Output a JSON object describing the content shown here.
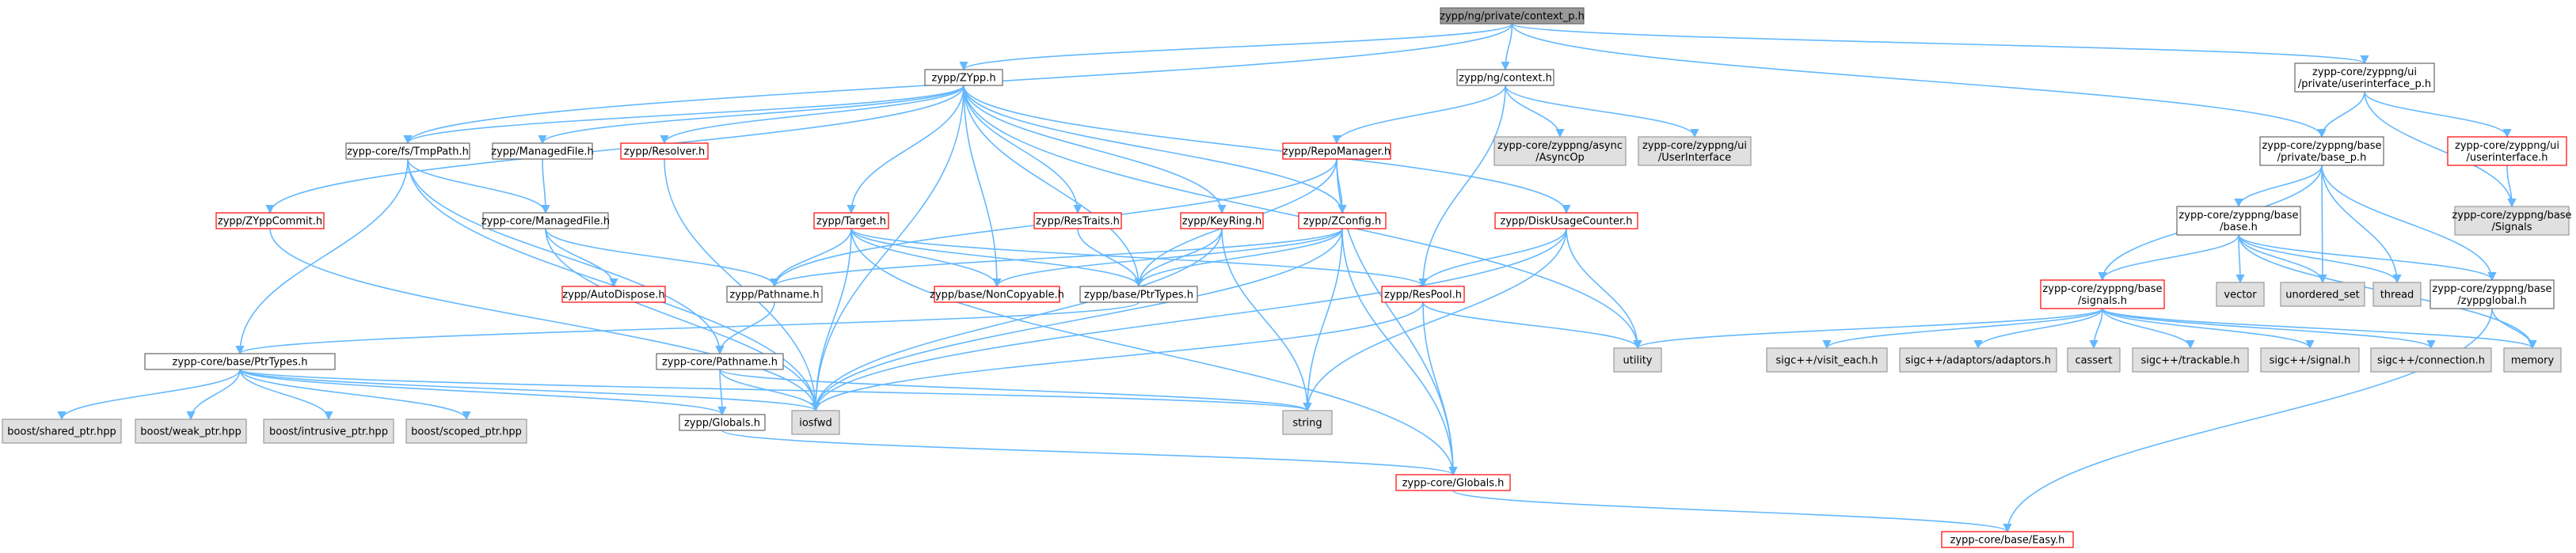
{
  "palette": {
    "edge": "#63b8ff",
    "node_fill": "#ffffff",
    "node_border": "#666666",
    "root_fill": "#999999",
    "system_fill": "#e0e0e0",
    "system_border": "#999999",
    "truncated_border": "#ff0000",
    "text": "#000000"
  },
  "nodes": [
    {
      "id": "root",
      "lines": [
        "zypp/ng/private/context_p.h"
      ],
      "style": "root"
    },
    {
      "id": "zypp_h",
      "lines": [
        "zypp/ZYpp.h"
      ],
      "style": "normal"
    },
    {
      "id": "ngcontext",
      "lines": [
        "zypp/ng/context.h"
      ],
      "style": "normal"
    },
    {
      "id": "ui_priv",
      "lines": [
        "zypp-core/zyppng/ui",
        "/private/userinterface_p.h"
      ],
      "style": "normal"
    },
    {
      "id": "tmppath",
      "lines": [
        "zypp-core/fs/TmpPath.h"
      ],
      "style": "normal"
    },
    {
      "id": "managedfile_zypp",
      "lines": [
        "zypp/ManagedFile.h"
      ],
      "style": "normal"
    },
    {
      "id": "resolver",
      "lines": [
        "zypp/Resolver.h"
      ],
      "style": "truncated"
    },
    {
      "id": "repomanager",
      "lines": [
        "zypp/RepoManager.h"
      ],
      "style": "truncated"
    },
    {
      "id": "asyncop",
      "lines": [
        "zypp-core/zyppng/async",
        "/AsyncOp"
      ],
      "style": "system"
    },
    {
      "id": "ui_iface",
      "lines": [
        "zypp-core/zyppng/ui",
        "/UserInterface"
      ],
      "style": "system"
    },
    {
      "id": "base_p",
      "lines": [
        "zypp-core/zyppng/base",
        "/private/base_p.h"
      ],
      "style": "normal"
    },
    {
      "id": "userinterface_h",
      "lines": [
        "zypp-core/zyppng/ui",
        "/userinterface.h"
      ],
      "style": "truncated"
    },
    {
      "id": "zyppcommit",
      "lines": [
        "zypp/ZYppCommit.h"
      ],
      "style": "truncated"
    },
    {
      "id": "managedfile_core",
      "lines": [
        "zypp-core/ManagedFile.h"
      ],
      "style": "normal"
    },
    {
      "id": "target",
      "lines": [
        "zypp/Target.h"
      ],
      "style": "truncated"
    },
    {
      "id": "restraits",
      "lines": [
        "zypp/ResTraits.h"
      ],
      "style": "truncated"
    },
    {
      "id": "keyring",
      "lines": [
        "zypp/KeyRing.h"
      ],
      "style": "truncated"
    },
    {
      "id": "zconfig",
      "lines": [
        "zypp/ZConfig.h"
      ],
      "style": "truncated"
    },
    {
      "id": "diskusage",
      "lines": [
        "zypp/DiskUsageCounter.h"
      ],
      "style": "truncated"
    },
    {
      "id": "base_h",
      "lines": [
        "zypp-core/zyppng/base",
        "/base.h"
      ],
      "style": "normal"
    },
    {
      "id": "signals_sys",
      "lines": [
        "zypp-core/zyppng/base",
        "/Signals"
      ],
      "style": "system"
    },
    {
      "id": "autodispose",
      "lines": [
        "zypp/AutoDispose.h"
      ],
      "style": "truncated"
    },
    {
      "id": "pathname_zypp",
      "lines": [
        "zypp/Pathname.h"
      ],
      "style": "normal"
    },
    {
      "id": "noncopyable",
      "lines": [
        "zypp/base/NonCopyable.h"
      ],
      "style": "truncated"
    },
    {
      "id": "ptrtypes_zypp",
      "lines": [
        "zypp/base/PtrTypes.h"
      ],
      "style": "normal"
    },
    {
      "id": "respool",
      "lines": [
        "zypp/ResPool.h"
      ],
      "style": "truncated"
    },
    {
      "id": "signals_h",
      "lines": [
        "zypp-core/zyppng/base",
        "/signals.h"
      ],
      "style": "truncated"
    },
    {
      "id": "vector",
      "lines": [
        "vector"
      ],
      "style": "system"
    },
    {
      "id": "unordered_set",
      "lines": [
        "unordered_set"
      ],
      "style": "system"
    },
    {
      "id": "thread",
      "lines": [
        "thread"
      ],
      "style": "system"
    },
    {
      "id": "zyppglobal",
      "lines": [
        "zypp-core/zyppng/base",
        "/zyppglobal.h"
      ],
      "style": "normal"
    },
    {
      "id": "ptrtypes_core",
      "lines": [
        "zypp-core/base/PtrTypes.h"
      ],
      "style": "normal"
    },
    {
      "id": "pathname_core",
      "lines": [
        "zypp-core/Pathname.h"
      ],
      "style": "normal"
    },
    {
      "id": "utility",
      "lines": [
        "utility"
      ],
      "style": "system"
    },
    {
      "id": "visit_each",
      "lines": [
        "sigc++/visit_each.h"
      ],
      "style": "system"
    },
    {
      "id": "adaptors",
      "lines": [
        "sigc++/adaptors/adaptors.h"
      ],
      "style": "system"
    },
    {
      "id": "cassert",
      "lines": [
        "cassert"
      ],
      "style": "system"
    },
    {
      "id": "trackable",
      "lines": [
        "sigc++/trackable.h"
      ],
      "style": "system"
    },
    {
      "id": "sigcsignal",
      "lines": [
        "sigc++/signal.h"
      ],
      "style": "system"
    },
    {
      "id": "connection",
      "lines": [
        "sigc++/connection.h"
      ],
      "style": "system"
    },
    {
      "id": "memory",
      "lines": [
        "memory"
      ],
      "style": "system"
    },
    {
      "id": "shared_ptr",
      "lines": [
        "boost/shared_ptr.hpp"
      ],
      "style": "system"
    },
    {
      "id": "weak_ptr",
      "lines": [
        "boost/weak_ptr.hpp"
      ],
      "style": "system"
    },
    {
      "id": "intrusive_ptr",
      "lines": [
        "boost/intrusive_ptr.hpp"
      ],
      "style": "system"
    },
    {
      "id": "scoped_ptr",
      "lines": [
        "boost/scoped_ptr.hpp"
      ],
      "style": "system"
    },
    {
      "id": "globals_zypp",
      "lines": [
        "zypp/Globals.h"
      ],
      "style": "normal"
    },
    {
      "id": "iosfwd",
      "lines": [
        "iosfwd"
      ],
      "style": "system"
    },
    {
      "id": "string",
      "lines": [
        "string"
      ],
      "style": "system"
    },
    {
      "id": "globals_core",
      "lines": [
        "zypp-core/Globals.h"
      ],
      "style": "truncated"
    },
    {
      "id": "easy",
      "lines": [
        "zypp-core/base/Easy.h"
      ],
      "style": "truncated"
    }
  ],
  "edges": [
    [
      "root",
      "zypp_h"
    ],
    [
      "root",
      "ngcontext"
    ],
    [
      "root",
      "ui_priv"
    ],
    [
      "root",
      "tmppath"
    ],
    [
      "root",
      "base_p"
    ],
    [
      "zypp_h",
      "tmppath"
    ],
    [
      "zypp_h",
      "managedfile_zypp"
    ],
    [
      "zypp_h",
      "resolver"
    ],
    [
      "zypp_h",
      "zyppcommit"
    ],
    [
      "zypp_h",
      "target"
    ],
    [
      "zypp_h",
      "restraits"
    ],
    [
      "zypp_h",
      "keyring"
    ],
    [
      "zypp_h",
      "zconfig"
    ],
    [
      "zypp_h",
      "diskusage"
    ],
    [
      "zypp_h",
      "noncopyable"
    ],
    [
      "zypp_h",
      "ptrtypes_zypp"
    ],
    [
      "zypp_h",
      "iosfwd"
    ],
    [
      "zypp_h",
      "utility"
    ],
    [
      "ngcontext",
      "repomanager"
    ],
    [
      "ngcontext",
      "asyncop"
    ],
    [
      "ngcontext",
      "ui_iface"
    ],
    [
      "ngcontext",
      "respool"
    ],
    [
      "ui_priv",
      "userinterface_h"
    ],
    [
      "ui_priv",
      "signals_sys"
    ],
    [
      "ui_priv",
      "base_p"
    ],
    [
      "userinterface_h",
      "signals_sys"
    ],
    [
      "tmppath",
      "managedfile_core"
    ],
    [
      "tmppath",
      "ptrtypes_core"
    ],
    [
      "tmppath",
      "pathname_core"
    ],
    [
      "tmppath",
      "iosfwd"
    ],
    [
      "managedfile_zypp",
      "managedfile_core"
    ],
    [
      "resolver",
      "iosfwd"
    ],
    [
      "repomanager",
      "zconfig"
    ],
    [
      "repomanager",
      "ptrtypes_zypp"
    ],
    [
      "repomanager",
      "pathname_zypp"
    ],
    [
      "repomanager",
      "globals_core"
    ],
    [
      "base_p",
      "base_h"
    ],
    [
      "base_p",
      "signals_h"
    ],
    [
      "base_p",
      "unordered_set"
    ],
    [
      "base_p",
      "thread"
    ],
    [
      "base_p",
      "zyppglobal"
    ],
    [
      "base_h",
      "signals_h"
    ],
    [
      "base_h",
      "vector"
    ],
    [
      "base_h",
      "unordered_set"
    ],
    [
      "base_h",
      "thread"
    ],
    [
      "base_h",
      "zyppglobal"
    ],
    [
      "base_h",
      "memory"
    ],
    [
      "zyppglobal",
      "memory"
    ],
    [
      "zyppglobal",
      "easy"
    ],
    [
      "zyppcommit",
      "iosfwd"
    ],
    [
      "managedfile_core",
      "autodispose"
    ],
    [
      "managedfile_core",
      "pathname_zypp"
    ],
    [
      "managedfile_core",
      "iosfwd"
    ],
    [
      "target",
      "pathname_zypp"
    ],
    [
      "target",
      "noncopyable"
    ],
    [
      "target",
      "ptrtypes_zypp"
    ],
    [
      "target",
      "respool"
    ],
    [
      "target",
      "iosfwd"
    ],
    [
      "target",
      "globals_core"
    ],
    [
      "restraits",
      "ptrtypes_zypp"
    ],
    [
      "keyring",
      "ptrtypes_zypp"
    ],
    [
      "keyring",
      "iosfwd"
    ],
    [
      "keyring",
      "string"
    ],
    [
      "zconfig",
      "noncopyable"
    ],
    [
      "zconfig",
      "ptrtypes_zypp"
    ],
    [
      "zconfig",
      "pathname_zypp"
    ],
    [
      "zconfig",
      "iosfwd"
    ],
    [
      "zconfig",
      "string"
    ],
    [
      "zconfig",
      "globals_core"
    ],
    [
      "diskusage",
      "respool"
    ],
    [
      "diskusage",
      "utility"
    ],
    [
      "diskusage",
      "iosfwd"
    ],
    [
      "diskusage",
      "string"
    ],
    [
      "pathname_zypp",
      "pathname_core"
    ],
    [
      "ptrtypes_zypp",
      "ptrtypes_core"
    ],
    [
      "respool",
      "utility"
    ],
    [
      "respool",
      "iosfwd"
    ],
    [
      "respool",
      "globals_core"
    ],
    [
      "signals_h",
      "utility"
    ],
    [
      "signals_h",
      "visit_each"
    ],
    [
      "signals_h",
      "adaptors"
    ],
    [
      "signals_h",
      "cassert"
    ],
    [
      "signals_h",
      "trackable"
    ],
    [
      "signals_h",
      "sigcsignal"
    ],
    [
      "signals_h",
      "connection"
    ],
    [
      "signals_h",
      "memory"
    ],
    [
      "ptrtypes_core",
      "shared_ptr"
    ],
    [
      "ptrtypes_core",
      "weak_ptr"
    ],
    [
      "ptrtypes_core",
      "intrusive_ptr"
    ],
    [
      "ptrtypes_core",
      "scoped_ptr"
    ],
    [
      "ptrtypes_core",
      "iosfwd"
    ],
    [
      "ptrtypes_core",
      "string"
    ],
    [
      "ptrtypes_core",
      "globals_zypp"
    ],
    [
      "pathname_core",
      "globals_zypp"
    ],
    [
      "pathname_core",
      "iosfwd"
    ],
    [
      "pathname_core",
      "string"
    ],
    [
      "globals_zypp",
      "globals_core"
    ],
    [
      "globals_core",
      "easy"
    ]
  ]
}
